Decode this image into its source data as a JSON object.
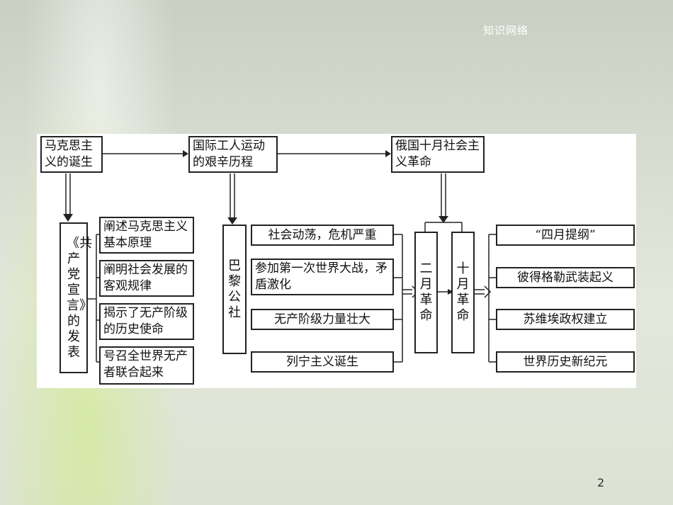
{
  "slide": {
    "header": "知识网络",
    "page_number": "2"
  },
  "diagram": {
    "top": {
      "marxism_birth": "马克思主义的诞生",
      "intl_workers": "国际工人运动的艰辛历程",
      "october_rev": "俄国十月社会主义革命"
    },
    "manifesto": "《共产党宣言》的发表",
    "manifesto_items": [
      "阐述马克思主义基本原理",
      "阐明社会发展的客观规律",
      "揭示了无产阶级的历史使命",
      "号召全世界无产者联合起来"
    ],
    "paris_commune": "巴黎公社",
    "russia_items": [
      "社会动荡，危机严重",
      "参加第一次世界大战，矛盾激化",
      "无产阶级力量壮大",
      "列宁主义诞生"
    ],
    "february": "二月革命",
    "october": "十月革命",
    "results": [
      "“四月提纲”",
      "彼得格勒武装起义",
      "苏维埃政权建立",
      "世界历史新纪元"
    ]
  }
}
